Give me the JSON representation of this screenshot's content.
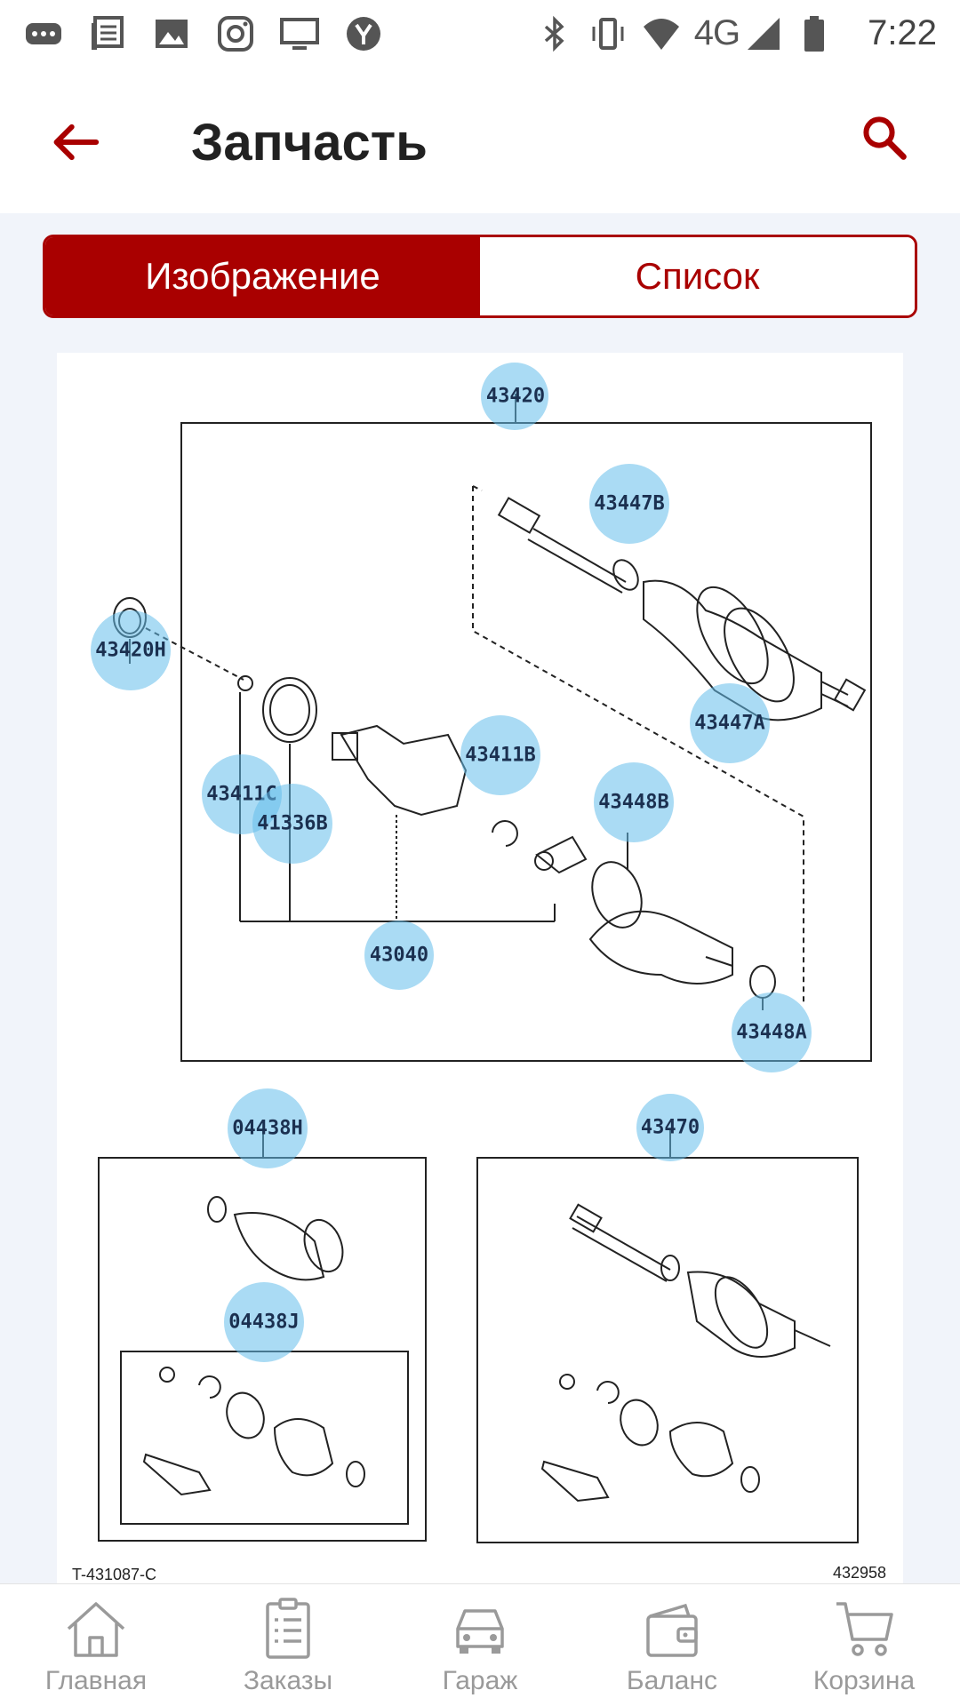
{
  "status_bar": {
    "time": "7:22",
    "network": "4G"
  },
  "header": {
    "title": "Запчасть"
  },
  "segmented": {
    "image_label": "Изображение",
    "list_label": "Список"
  },
  "diagram": {
    "codes": {
      "c43420": "43420",
      "c43447b": "43447B",
      "c43420h": "43420H",
      "c43447a": "43447A",
      "c43411b": "43411B",
      "c43411c": "43411C",
      "c41336b": "41336B",
      "c43448b": "43448B",
      "c43040": "43040",
      "c43448a": "43448A",
      "c04438h": "04438H",
      "c43470": "43470",
      "c04438j": "04438J"
    },
    "ref_left": "T-431087-C",
    "ref_right": "432958"
  },
  "bottom_nav": {
    "home": "Главная",
    "orders": "Заказы",
    "garage": "Гараж",
    "balance": "Баланс",
    "cart": "Корзина"
  },
  "colors": {
    "accent": "#a90000",
    "callout": "#64bee9",
    "nav_gray": "#9a9a9a"
  }
}
